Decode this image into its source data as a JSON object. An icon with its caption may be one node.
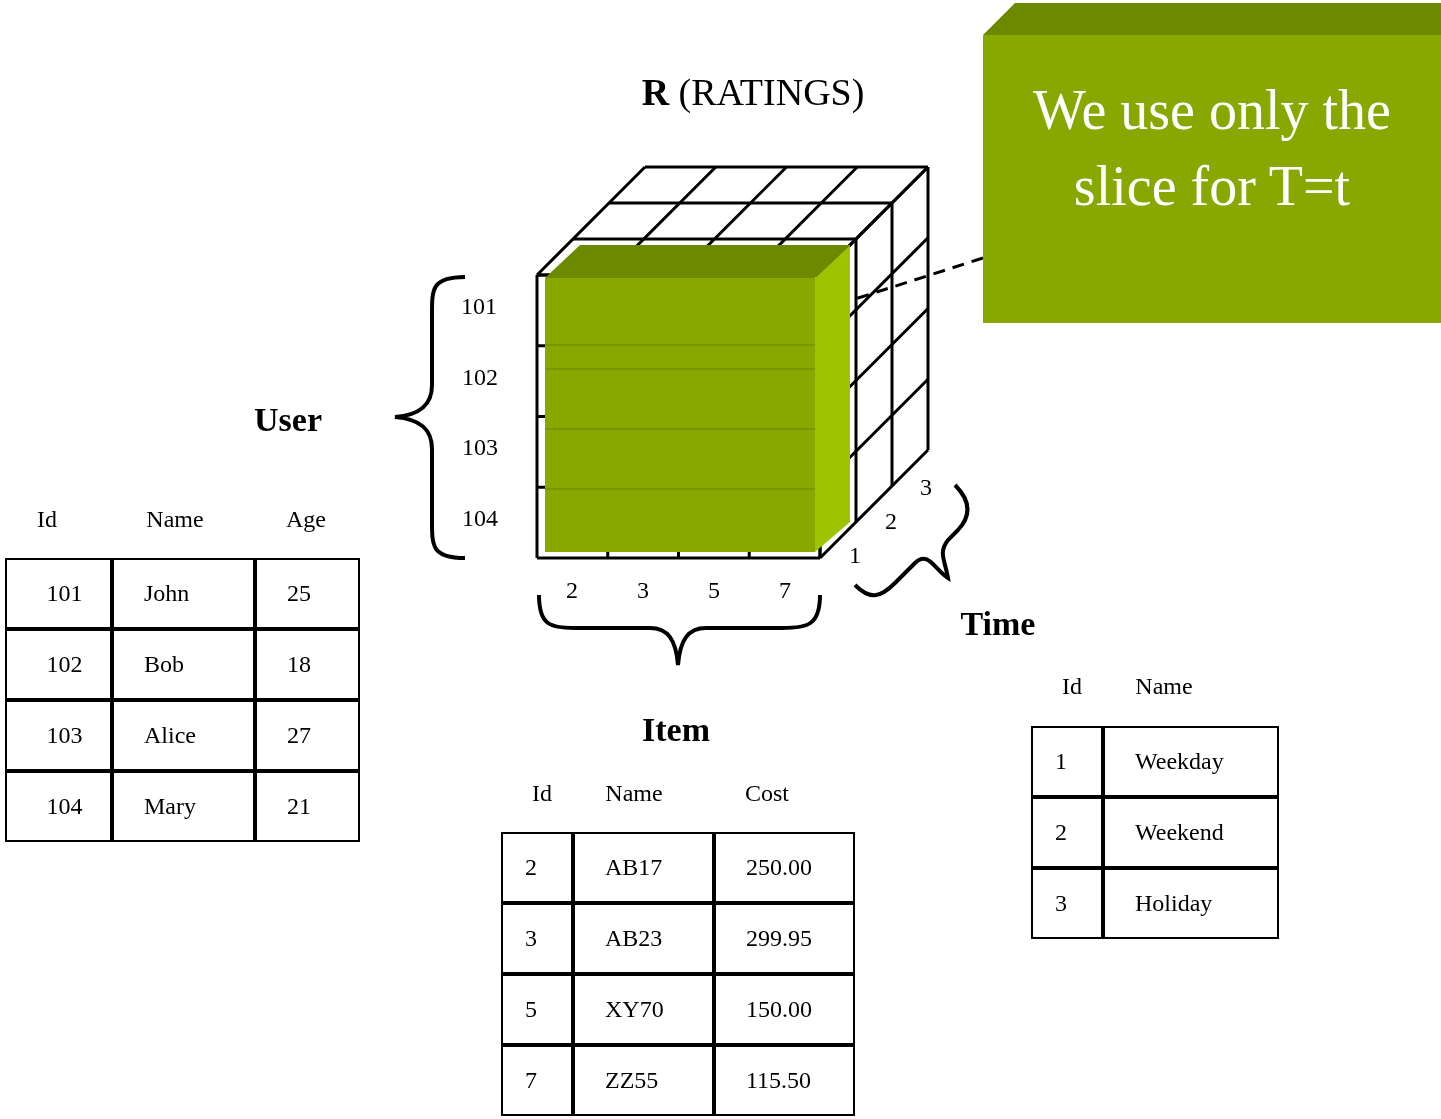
{
  "diagram": {
    "title": "**R** (RATINGS)",
    "nodes": [
      {
        "text": [
          "We use only the slice for T=t"
        ]
      },
      {
        "text": [],
        "shape": "box"
      }
    ],
    "edges": [
      {
        "from": 0,
        "to": 1,
        "arrow": "none",
        "style": "dashed"
      }
    ],
    "labels": [
      "101",
      "102",
      "103",
      "104",
      "User",
      "Id",
      "Name",
      "Age",
      "101",
      "John",
      "25",
      "102",
      "Bob",
      "18",
      "103",
      "Alice",
      "27",
      "104",
      "Mary",
      "21",
      "2",
      "3",
      "5",
      "7",
      "3",
      "2",
      "1",
      "Time",
      "Id",
      "Name",
      "1",
      "Weekday",
      "2",
      "Weekend",
      "3",
      "Holiday",
      "Item",
      "Id",
      "Name",
      "Cost",
      "2",
      "AB17",
      "250.00",
      "3",
      "AB23",
      "299.95",
      "5",
      "XY70",
      "150.00",
      "7",
      "ZZ55",
      "115.50"
    ]
  }
}
